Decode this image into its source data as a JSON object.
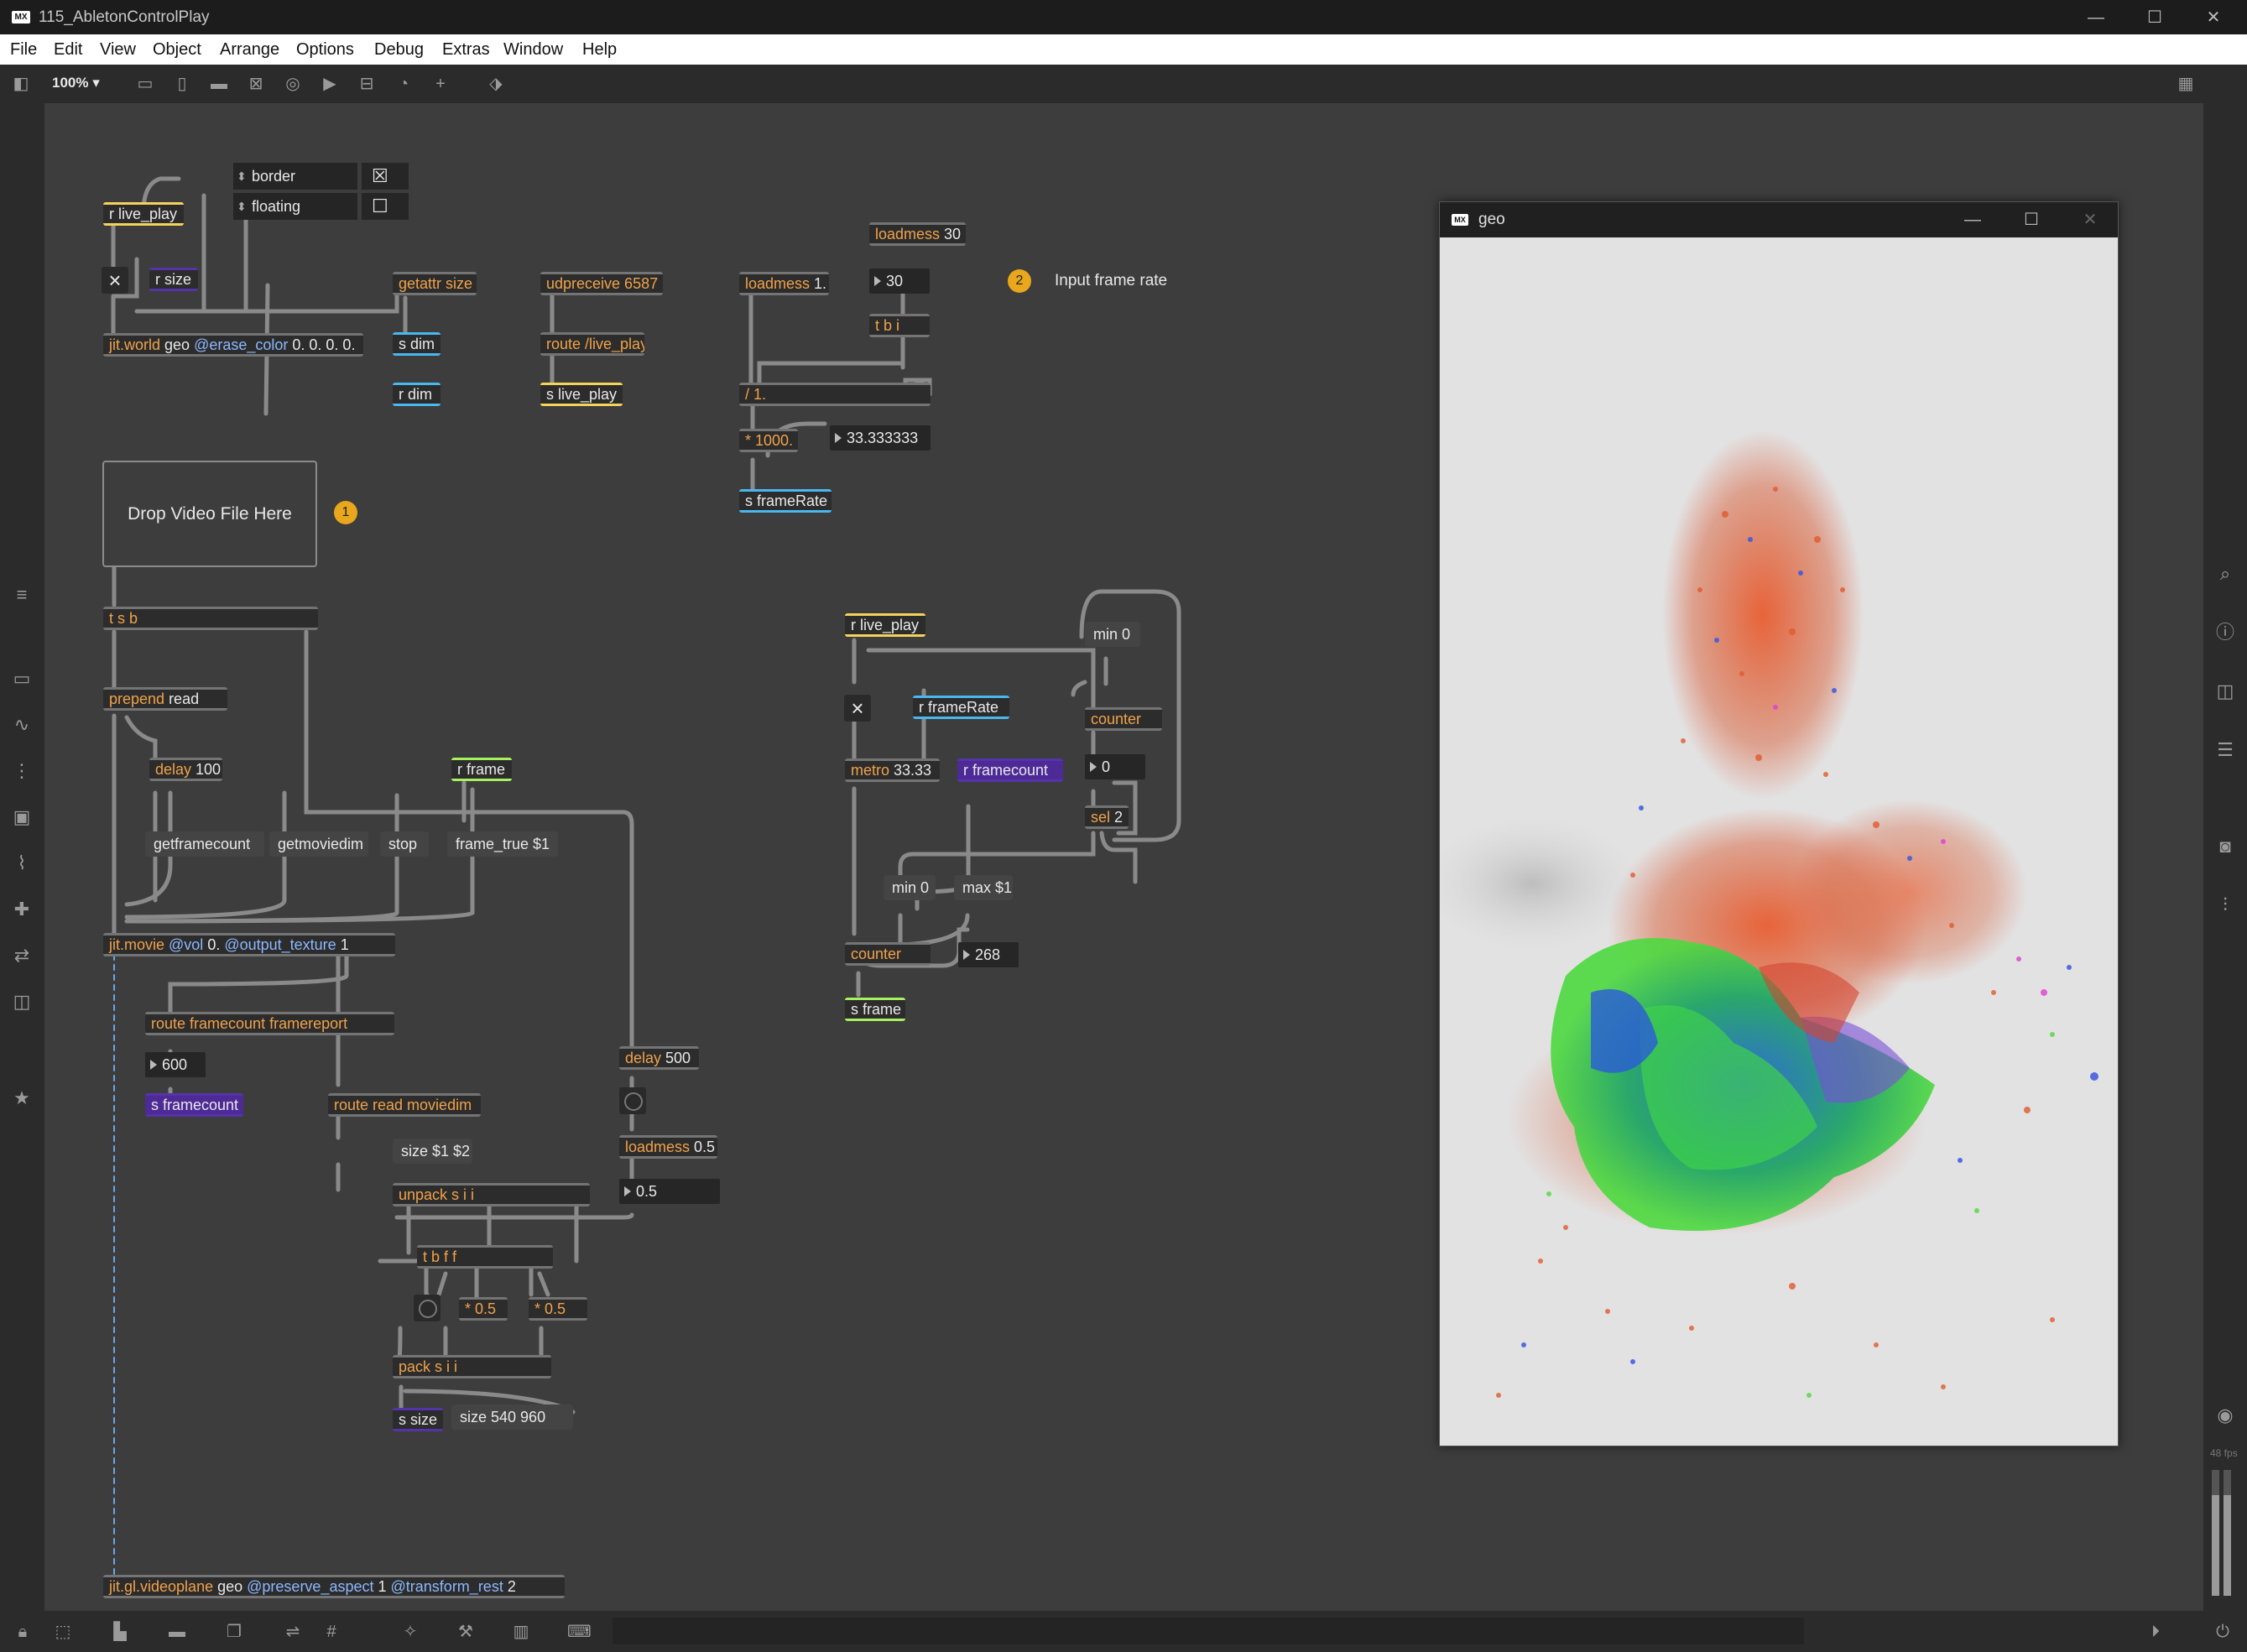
{
  "window": {
    "title": "115_AbletonControlPlay",
    "logo": "MX",
    "controls": [
      "minimize-icon",
      "maximize-icon",
      "close-icon"
    ]
  },
  "menu": [
    "File",
    "Edit",
    "View",
    "Object",
    "Arrange",
    "Options",
    "Debug",
    "Extras",
    "Window",
    "Help"
  ],
  "toolbar": {
    "zoom": "100%"
  },
  "patch": {
    "live_play_recv": "r live_play",
    "size_recv": "r size",
    "toggle_x": "×",
    "border_label": "border",
    "border_checked": "☒",
    "floating_label": "floating",
    "floating_checked": "☐",
    "getattr": "getattr size",
    "s_dim": "s dim",
    "r_dim": "r dim",
    "jit_world_name": "jit.world",
    "jit_world_arg": " geo ",
    "jit_world_attr": "@erase_color",
    "jit_world_vals": " 0. 0. 0. 0.",
    "udpreceive": "udpreceive 6587",
    "route_live": "route /live_play",
    "s_live_play": "s live_play",
    "loadmess_one_name": "loadmess",
    "loadmess_one_arg": " 1.",
    "loadmess_30_name": "loadmess",
    "loadmess_30_arg": " 30",
    "num_30": "30",
    "tbi": "t b i",
    "badge2": "2",
    "input_frame_rate": "Input frame rate",
    "div": "/ 1.",
    "mul1000": "* 1000.",
    "num_33": "33.333333",
    "s_framerate": "s frameRate",
    "drop_video": "Drop Video File Here",
    "badge1": "1",
    "tsb": "t s b",
    "prepend_name": "prepend",
    "prepend_arg": " read",
    "delay100_name": "delay",
    "delay100_arg": " 100",
    "r_frame": "r frame",
    "getframecount": "getframecount",
    "getmoviedim": "getmoviedim",
    "stop": "stop",
    "frame_true": "frame_true $1",
    "jit_movie_name": "jit.movie",
    "jit_movie_attr1": " @vol",
    "jit_movie_v1": " 0.",
    "jit_movie_attr2": " @output_texture",
    "jit_movie_v2": " 1",
    "route_fc": "route framecount framereport",
    "num_600": "600",
    "s_framecount": "s framecount",
    "route_read": "route read moviedim",
    "size_msg": "size $1 $2",
    "unpack": "unpack s i i",
    "tbff": "t b f f",
    "half1": "* 0.5",
    "half2": "* 0.5",
    "pack": "pack s i i",
    "s_size": "s size",
    "size_540": "size 540 960",
    "delay500_name": "delay",
    "delay500_arg": " 500",
    "loadmess05_name": "loadmess",
    "loadmess05_arg": " 0.5",
    "num_05": "0.5",
    "videoplane_name": "jit.gl.videoplane",
    "videoplane_arg": " geo ",
    "videoplane_attr1": "@preserve_aspect",
    "videoplane_v1": " 1 ",
    "videoplane_attr2": "@transform_rest",
    "videoplane_v2": " 2",
    "r_live_play2": "r live_play",
    "toggle2": "×",
    "r_framerate": "r frameRate",
    "metro_name": "metro",
    "metro_arg": " 33.33",
    "r_framecount": "r framecount",
    "min0_top": "min 0",
    "counter_top": "counter",
    "num_0": "0",
    "sel2_name": "sel",
    "sel2_arg": " 2",
    "min0_bottom": "min 0",
    "max1": "max $1",
    "counter_bottom": "counter",
    "num_268": "268",
    "s_frame": "s frame"
  },
  "geo_window": {
    "title": "geo",
    "logo": "MX"
  },
  "status": {
    "fps": "48 fps"
  },
  "colors": {
    "canvas": "#3d3d3d",
    "object": "#2c2c2c",
    "object_name": "#f0a24a",
    "attribute": "#8cb8ff",
    "send_receive_yellow": "#f4d35a",
    "send_receive_blue": "#4ab7ee",
    "send_receive_purple": "#5533aa",
    "send_receive_green": "#a8f060",
    "badge": "#e8a71c"
  }
}
